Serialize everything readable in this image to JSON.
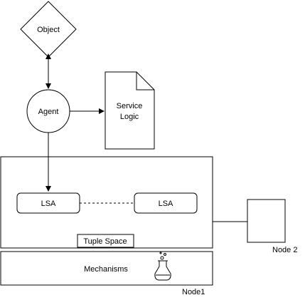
{
  "diagram": {
    "object_label": "Object",
    "agent_label": "Agent",
    "service_logic_line1": "Service",
    "service_logic_line2": "Logic",
    "lsa_left_label": "LSA",
    "lsa_right_label": "LSA",
    "tuple_space_label": "Tuple Space",
    "mechanisms_label": "Mechanisms",
    "node1_label": "Node1",
    "node2_label": "Node 2",
    "icon": "flask-icon",
    "stroke_color": "#000000",
    "background_color": "#ffffff"
  }
}
